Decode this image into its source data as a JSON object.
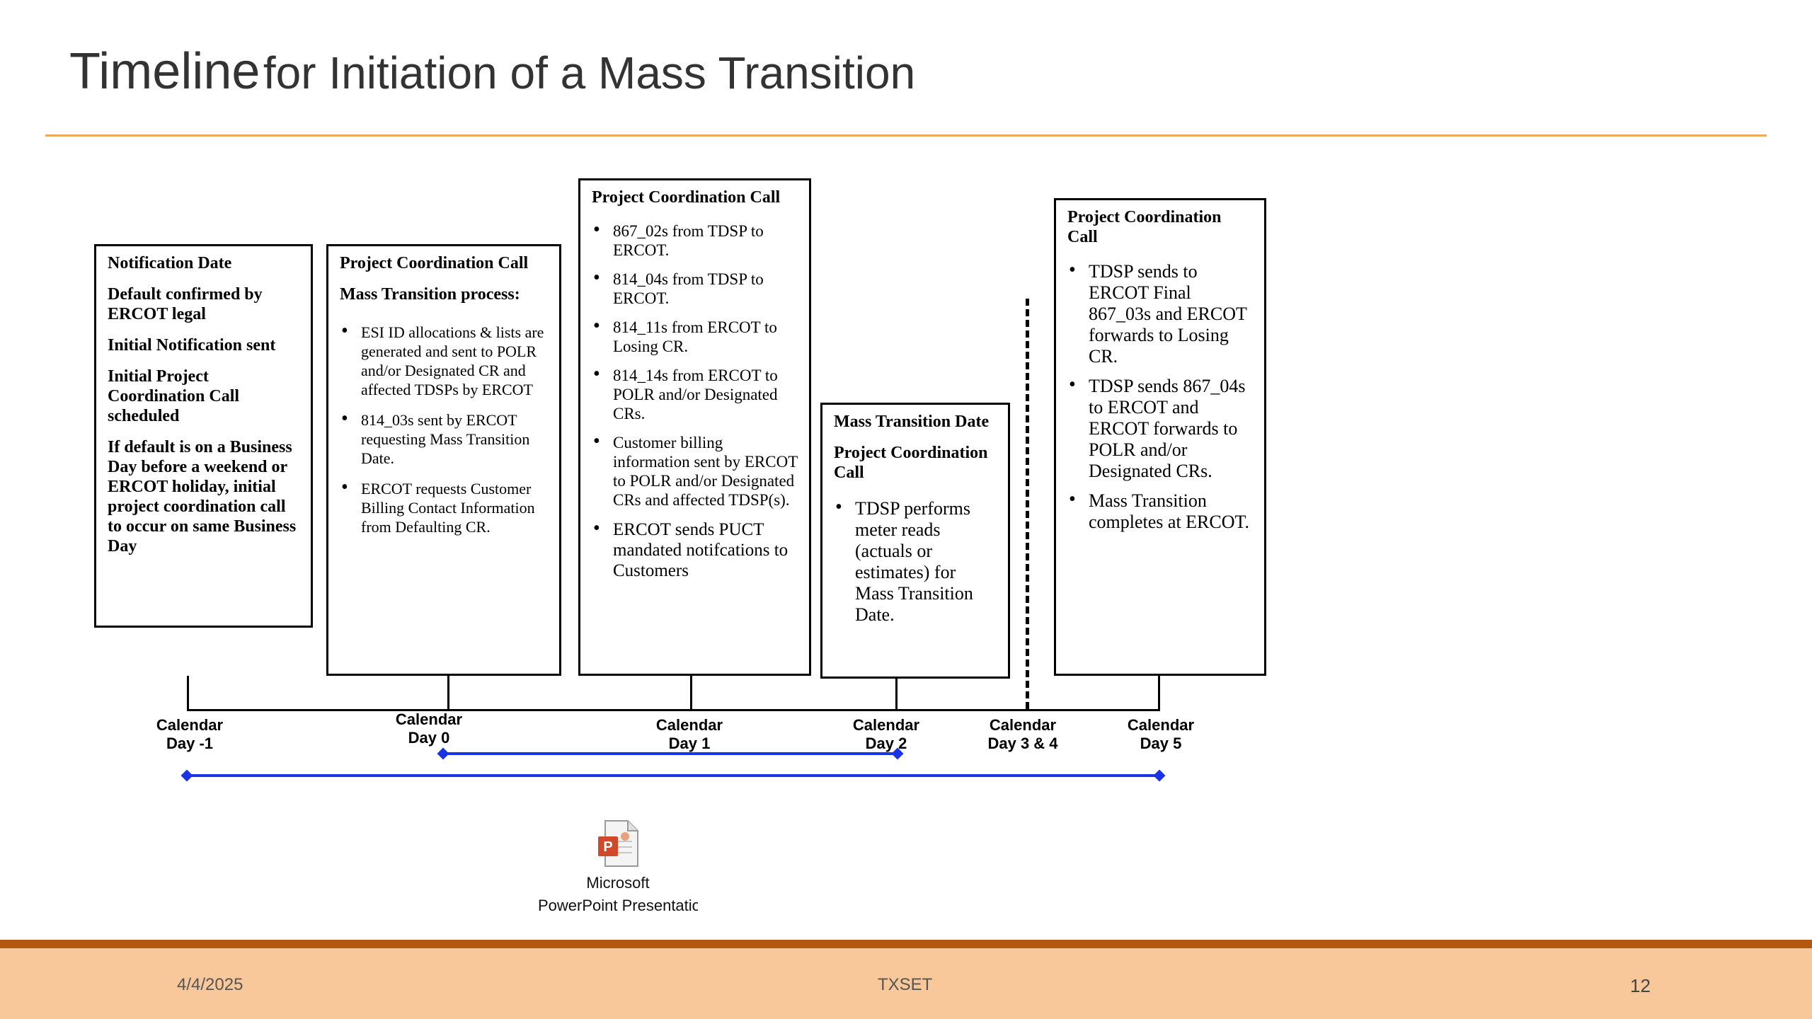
{
  "slide": {
    "title_lead": "Timeline",
    "title_rest": "for Initiation of a Mass Transition"
  },
  "boxes": [
    {
      "header": "Notification Date",
      "paragraphs": [
        "Default confirmed by ERCOT legal",
        "Initial Notification sent",
        "Initial Project Coordination Call scheduled",
        "If default is on a Business Day before a weekend or ERCOT holiday, initial project coordination call to occur on same Business Day"
      ]
    },
    {
      "header": "Project Coordination Call",
      "subheader": "Mass Transition process:",
      "bullets": [
        "ESI ID allocations & lists are generated and sent to POLR and/or Designated CR and affected TDSPs by ERCOT",
        "814_03s sent by ERCOT requesting Mass Transition Date.",
        "ERCOT requests Customer Billing Contact Information from Defaulting CR."
      ]
    },
    {
      "header": "Project Coordination Call",
      "bullets": [
        "867_02s from TDSP to ERCOT.",
        "814_04s from TDSP to ERCOT.",
        "814_11s from ERCOT to Losing CR.",
        "814_14s from ERCOT to POLR and/or Designated CRs.",
        "Customer billing information sent by ERCOT to POLR and/or Designated CRs and affected TDSP(s).",
        "ERCOT sends PUCT mandated notifcations to Customers"
      ]
    },
    {
      "header": "Mass Transition Date",
      "subheader": "Project Coordination Call",
      "bullets": [
        "TDSP performs meter reads (actuals or estimates) for Mass Transition Date."
      ]
    },
    {
      "header": "Project Coordination Call",
      "bullets": [
        "TDSP sends to ERCOT Final 867_03s  and ERCOT forwards to Losing CR.",
        "TDSP sends 867_04s  to ERCOT and ERCOT forwards to POLR and/or Designated CRs.",
        "Mass Transition completes at ERCOT."
      ]
    }
  ],
  "timeline": {
    "labels": [
      {
        "line1": "Calendar",
        "line2": "Day -1"
      },
      {
        "line1": "Calendar",
        "line2": "Day 0"
      },
      {
        "line1": "Calendar",
        "line2": "Day 1"
      },
      {
        "line1": "Calendar",
        "line2": "Day 2"
      },
      {
        "line1": "Calendar",
        "line2": "Day 3 & 4"
      },
      {
        "line1": "Calendar",
        "line2": "Day 5"
      }
    ]
  },
  "embedded_object": {
    "icon": "powerpoint-file-icon",
    "caption_line1": "Microsoft",
    "caption_line2": "PowerPoint Presentation"
  },
  "footer": {
    "date": "4/4/2025",
    "center": "TXSET",
    "page_number": "12"
  },
  "colors": {
    "accent_rule": "#f0a860",
    "footer_bar": "#b5580f",
    "footer_bg": "#f9c89a",
    "timeline_blue": "#1a33e6"
  }
}
